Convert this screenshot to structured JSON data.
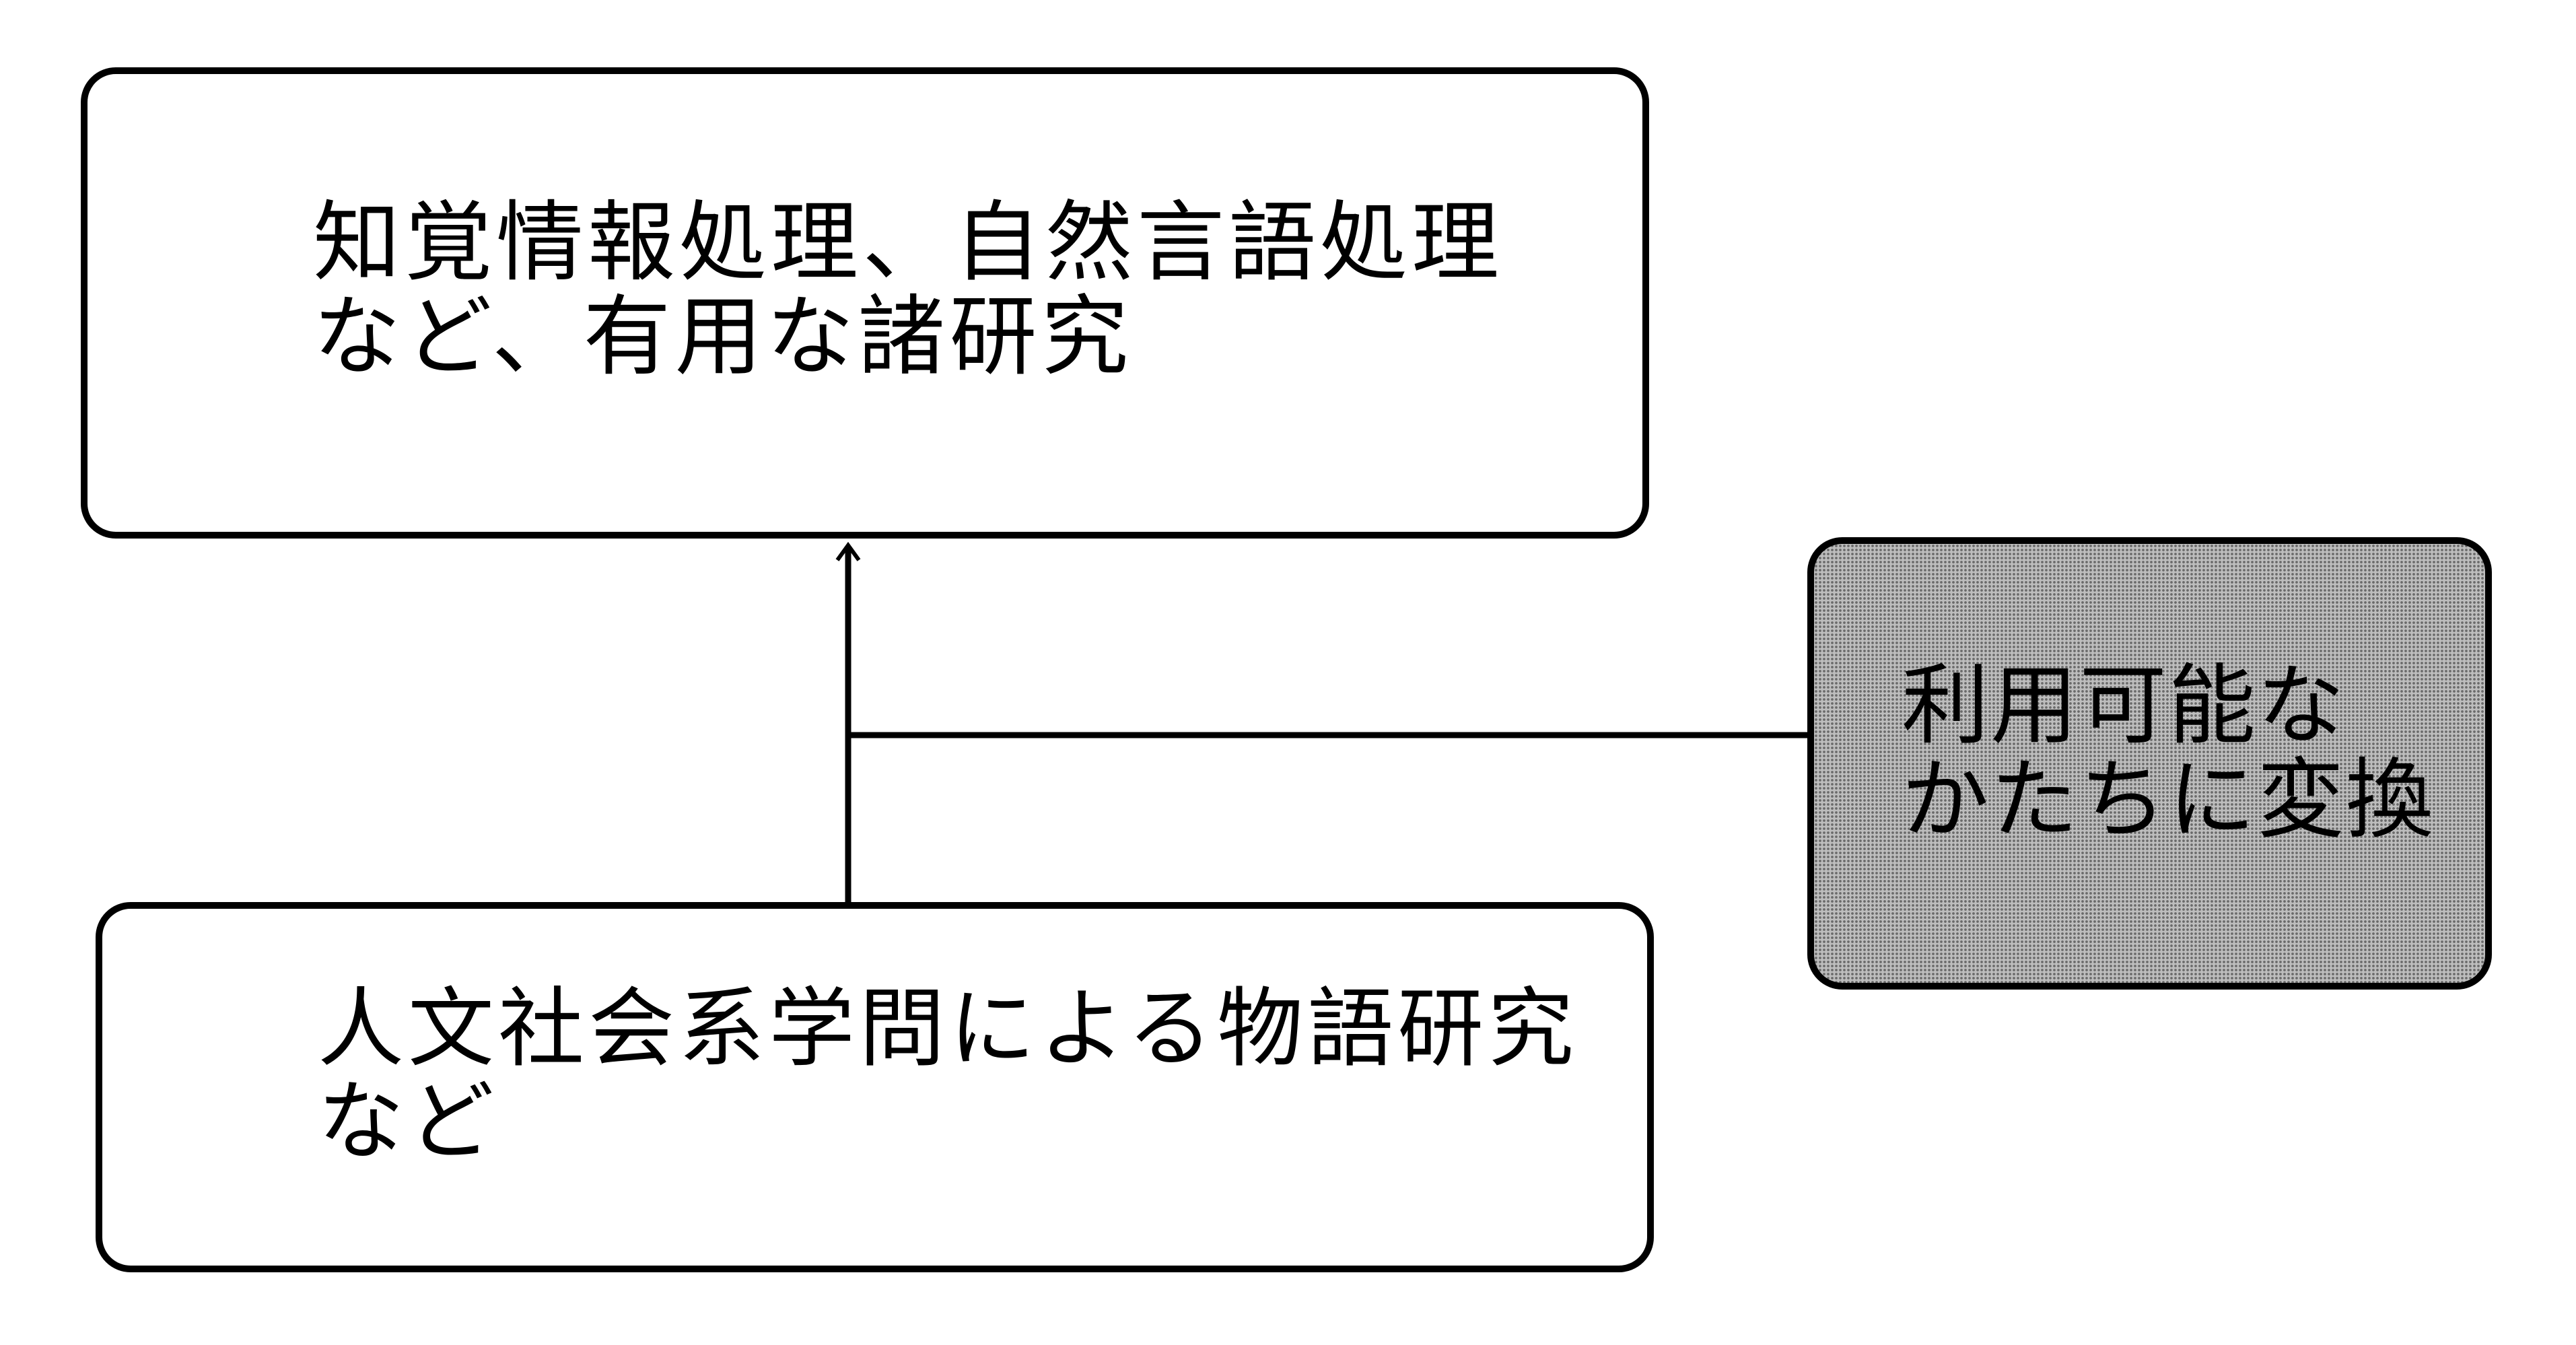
{
  "diagram": {
    "top_box": {
      "lines": [
        "知覚情報処理、自然言語処理",
        "など、有用な諸研究"
      ]
    },
    "bottom_box": {
      "lines": [
        "人文社会系学問による物語研究",
        "など"
      ]
    },
    "side_box": {
      "lines": [
        "利用可能な",
        "かたちに変換"
      ],
      "fill": "#bdbdbd",
      "pattern": "dotted"
    },
    "edges": [
      {
        "from": "bottom_box",
        "to": "top_box",
        "arrow": "to"
      },
      {
        "from": "side_box",
        "to": "vertical-connector",
        "arrow": "none"
      }
    ]
  }
}
